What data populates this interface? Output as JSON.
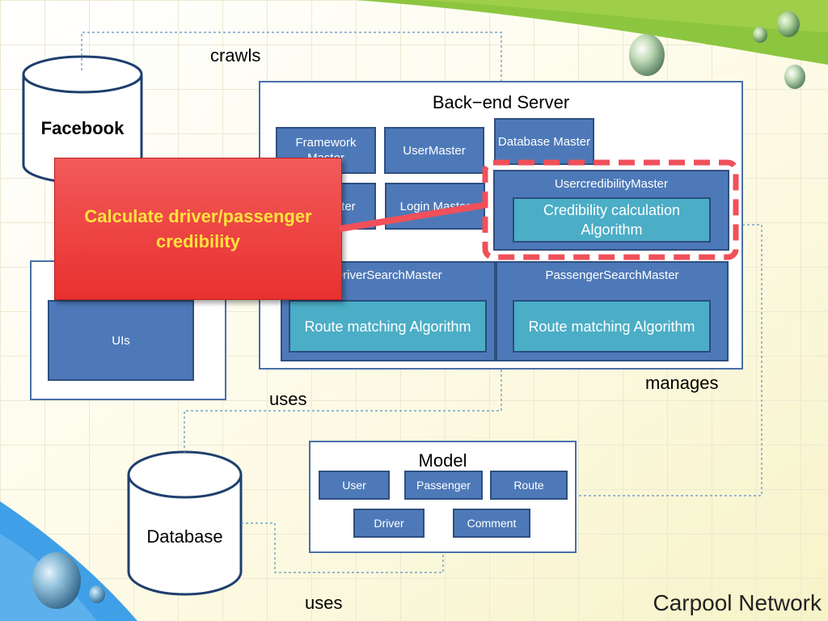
{
  "labels": {
    "crawls": "crawls",
    "uses_top": "uses",
    "uses_bottom": "uses",
    "manages": "manages"
  },
  "facebook": {
    "label": "Facebook"
  },
  "database": {
    "label": "Database"
  },
  "frontend": {
    "uis_label": "UIs"
  },
  "backend": {
    "title": "Back−end Server",
    "framework_master": "Framework Master",
    "user_master": "UserMaster",
    "database_master": "Database Master",
    "list_master": "List Master",
    "login_master": "Login Master",
    "credibility_master": "UsercredibilityMaster",
    "credibility_algorithm": "Credibility calculation Algorithm",
    "driver_search_master": "DriverSearchMaster",
    "driver_route_algorithm": "Route matching Algorithm",
    "passenger_search_master": "PassengerSearchMaster",
    "passenger_route_algorithm": "Route matching Algorithm"
  },
  "model": {
    "title": "Model",
    "items": [
      "User",
      "Passenger",
      "Route",
      "Driver",
      "Comment"
    ]
  },
  "callout": {
    "text": "Calculate driver/passenger credibility"
  },
  "footer": {
    "title": "Carpool Network"
  },
  "colors": {
    "box_blue": "#4e79b8",
    "inner_teal": "#4badc6",
    "callout_red": "#e8312f",
    "callout_text": "#ffe23d",
    "highlight_dash": "#f0505a",
    "bg_green": "#8cc63f",
    "bg_blue": "#3fa0e8"
  }
}
